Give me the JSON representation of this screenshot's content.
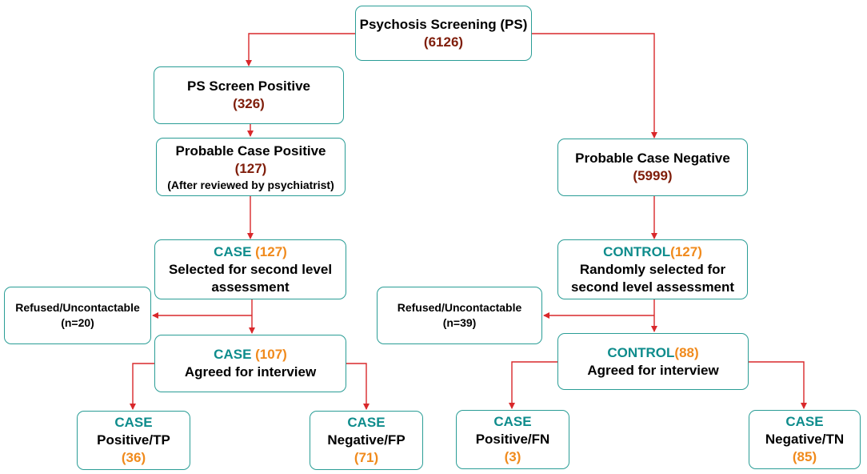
{
  "colors": {
    "border": "#2a9d96",
    "arrow": "#d9282b",
    "count_dark": "#7f1d0a",
    "count_orange": "#f08a1c",
    "label_teal": "#0e8c8c"
  },
  "ps": {
    "title": "Psychosis Screening (PS)",
    "count": "(6126)"
  },
  "ps_positive": {
    "title": "PS Screen Positive",
    "count": "(326)"
  },
  "probable_positive": {
    "title": "Probable Case Positive",
    "count": "(127)",
    "note": "(After reviewed by psychiatrist)"
  },
  "probable_negative": {
    "title": "Probable Case Negative",
    "count": "(5999)"
  },
  "case_selected": {
    "label": "CASE",
    "count": " (127)",
    "line2": "Selected for second level",
    "line3": "assessment"
  },
  "control_selected": {
    "label": "CONTROL",
    "count": "(127)",
    "line2": "Randomly selected for",
    "line3": "second level assessment"
  },
  "refused_left": {
    "title": "Refused/Uncontactable",
    "count": "(n=20)"
  },
  "refused_right": {
    "title": "Refused/Uncontactable",
    "count": "(n=39)"
  },
  "case_agreed": {
    "label": "CASE",
    "count": " (107)",
    "line2": "Agreed for interview"
  },
  "control_agreed": {
    "label": "CONTROL",
    "count": "(88)",
    "line2": "Agreed for interview"
  },
  "case_tp": {
    "label": "CASE",
    "title": "Positive/TP",
    "count": "(36)"
  },
  "case_fp": {
    "label": "CASE",
    "title": "Negative/FP",
    "count": "(71)"
  },
  "control_fn": {
    "label": "CASE",
    "title": "Positive/FN",
    "count": "(3)"
  },
  "control_tn": {
    "label": "CASE",
    "title": "Negative/TN",
    "count": "(85)"
  }
}
